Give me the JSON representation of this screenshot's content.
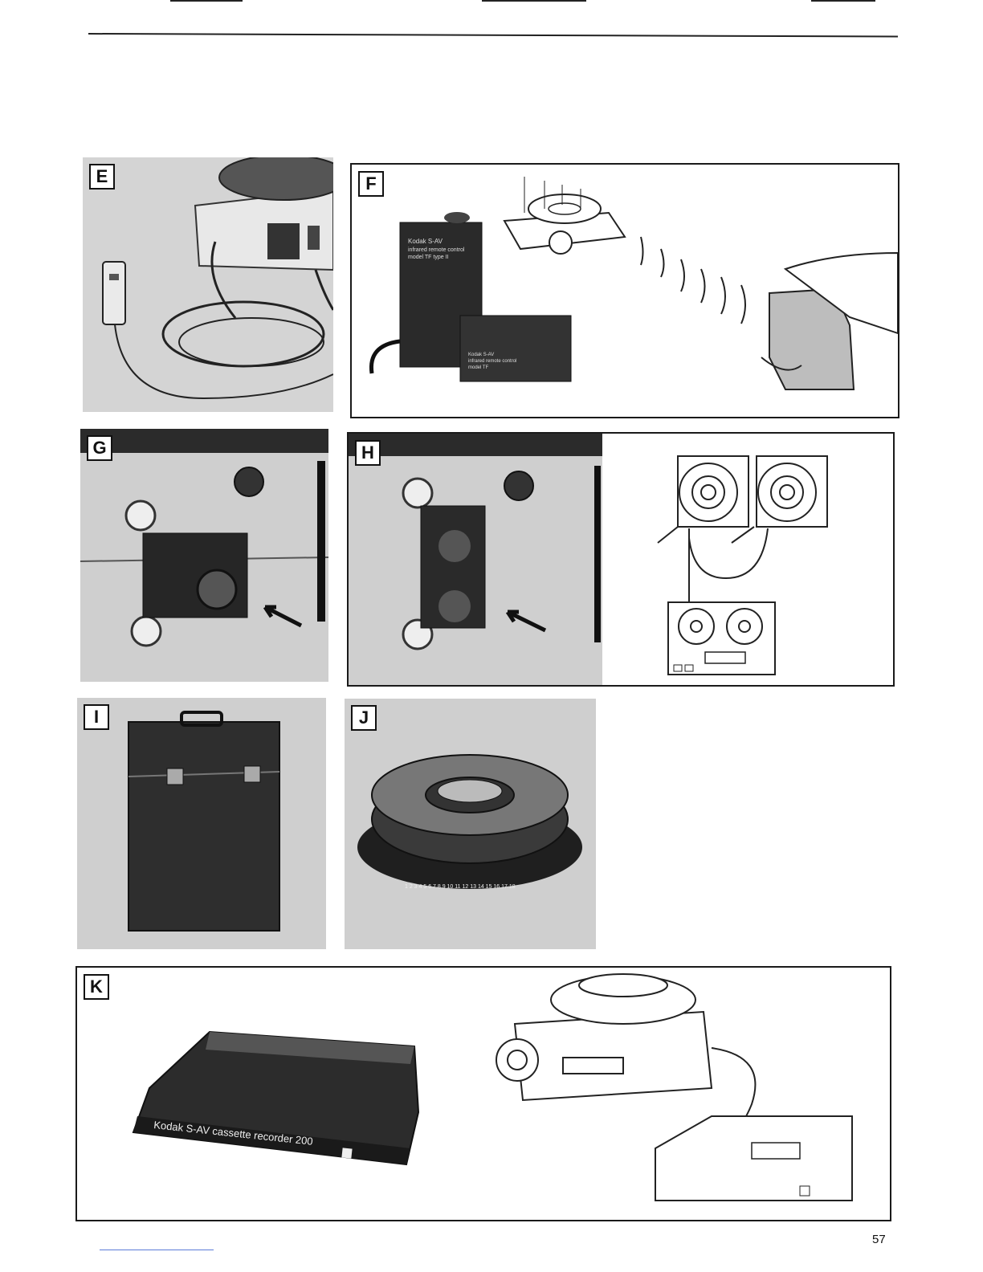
{
  "page": {
    "number": "57"
  },
  "figures": {
    "E": {
      "label": "E"
    },
    "F": {
      "label": "F",
      "box_large": [
        "Kodak S-AV",
        "infrared remote control",
        "model TF type II"
      ],
      "box_small": [
        "Kodak S-AV",
        "infrared remote control",
        "model TF"
      ]
    },
    "G": {
      "label": "G"
    },
    "H": {
      "label": "H"
    },
    "I": {
      "label": "I"
    },
    "J": {
      "label": "J",
      "tray_numbers": "1 2 3 4 5 6 7 8 9 10 11 12 13 14 15 16 17 18"
    },
    "K": {
      "label": "K",
      "recorder_label": "Kodak S-AV cassette recorder 200"
    }
  },
  "colors": {
    "ink": "#111111",
    "photo_gray": "#cfcfcf",
    "dark": "#2a2a2a"
  }
}
